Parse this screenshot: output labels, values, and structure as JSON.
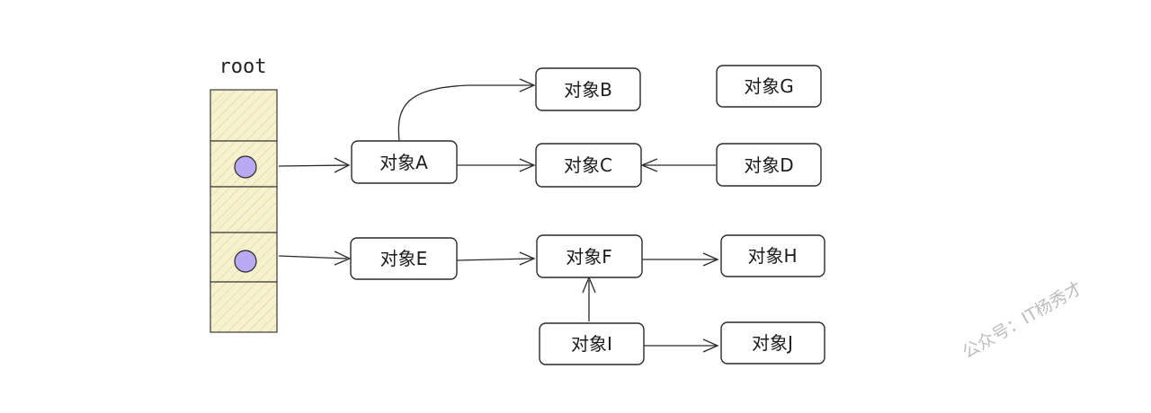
{
  "root_label": "root",
  "watermark": "公众号：IT杨秀才",
  "nodes": {
    "A": "对象A",
    "B": "对象B",
    "C": "对象C",
    "D": "对象D",
    "E": "对象E",
    "F": "对象F",
    "G": "对象G",
    "H": "对象H",
    "I": "对象I",
    "J": "对象J"
  },
  "edges": [
    {
      "from": "root",
      "to": "A"
    },
    {
      "from": "A",
      "to": "B"
    },
    {
      "from": "A",
      "to": "C"
    },
    {
      "from": "D",
      "to": "C"
    },
    {
      "from": "root",
      "to": "E"
    },
    {
      "from": "E",
      "to": "F"
    },
    {
      "from": "F",
      "to": "H"
    },
    {
      "from": "I",
      "to": "F"
    },
    {
      "from": "I",
      "to": "J"
    }
  ]
}
